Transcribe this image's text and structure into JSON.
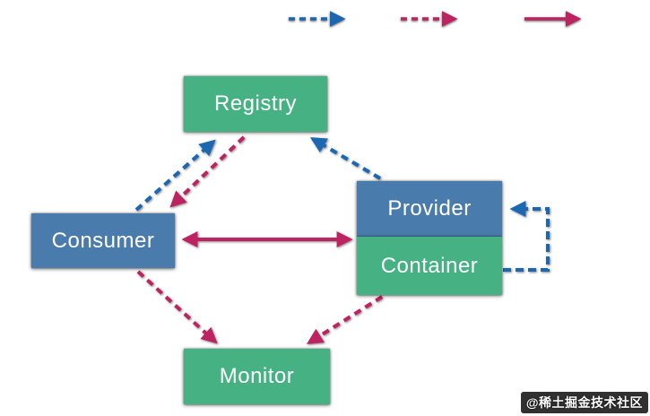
{
  "legend": {
    "items": [
      {
        "icon": "blue-dashed-arrow-icon",
        "style": "dashed",
        "color": "#1b67b2"
      },
      {
        "icon": "pink-dashed-arrow-icon",
        "style": "dashed",
        "color": "#bd2360"
      },
      {
        "icon": "pink-solid-arrow-icon",
        "style": "solid",
        "color": "#bd2360"
      }
    ]
  },
  "diagram": {
    "nodes": [
      {
        "id": "registry",
        "label": "Registry",
        "fill": "#46b284"
      },
      {
        "id": "provider",
        "label": "Provider",
        "fill": "#4a7bad"
      },
      {
        "id": "container",
        "label": "Container",
        "fill": "#46b284"
      },
      {
        "id": "consumer",
        "label": "Consumer",
        "fill": "#4a7bad"
      },
      {
        "id": "monitor",
        "label": "Monitor",
        "fill": "#46b284"
      }
    ],
    "edges": [
      {
        "from": "consumer",
        "to": "registry",
        "color": "#1b67b2",
        "style": "dashed"
      },
      {
        "from": "registry",
        "to": "consumer",
        "color": "#bd2360",
        "style": "dashed"
      },
      {
        "from": "provider",
        "to": "registry",
        "color": "#1b67b2",
        "style": "dashed"
      },
      {
        "from": "consumer",
        "to": "provider",
        "color": "#bd2360",
        "style": "solid",
        "bidirectional": true
      },
      {
        "from": "consumer",
        "to": "monitor",
        "color": "#bd2360",
        "style": "dashed"
      },
      {
        "from": "container",
        "to": "monitor",
        "color": "#bd2360",
        "style": "dashed"
      },
      {
        "from": "container",
        "to": "provider",
        "color": "#1b67b2",
        "style": "dashed",
        "shape": "right-side-loop"
      }
    ],
    "colors": {
      "node_blue": "#4a7bad",
      "node_green": "#46b284",
      "arrow_blue": "#1b67b2",
      "arrow_pink": "#bd2360",
      "node_text": "#ffffff"
    }
  },
  "watermark": {
    "text": "@稀土掘金技术社区"
  }
}
